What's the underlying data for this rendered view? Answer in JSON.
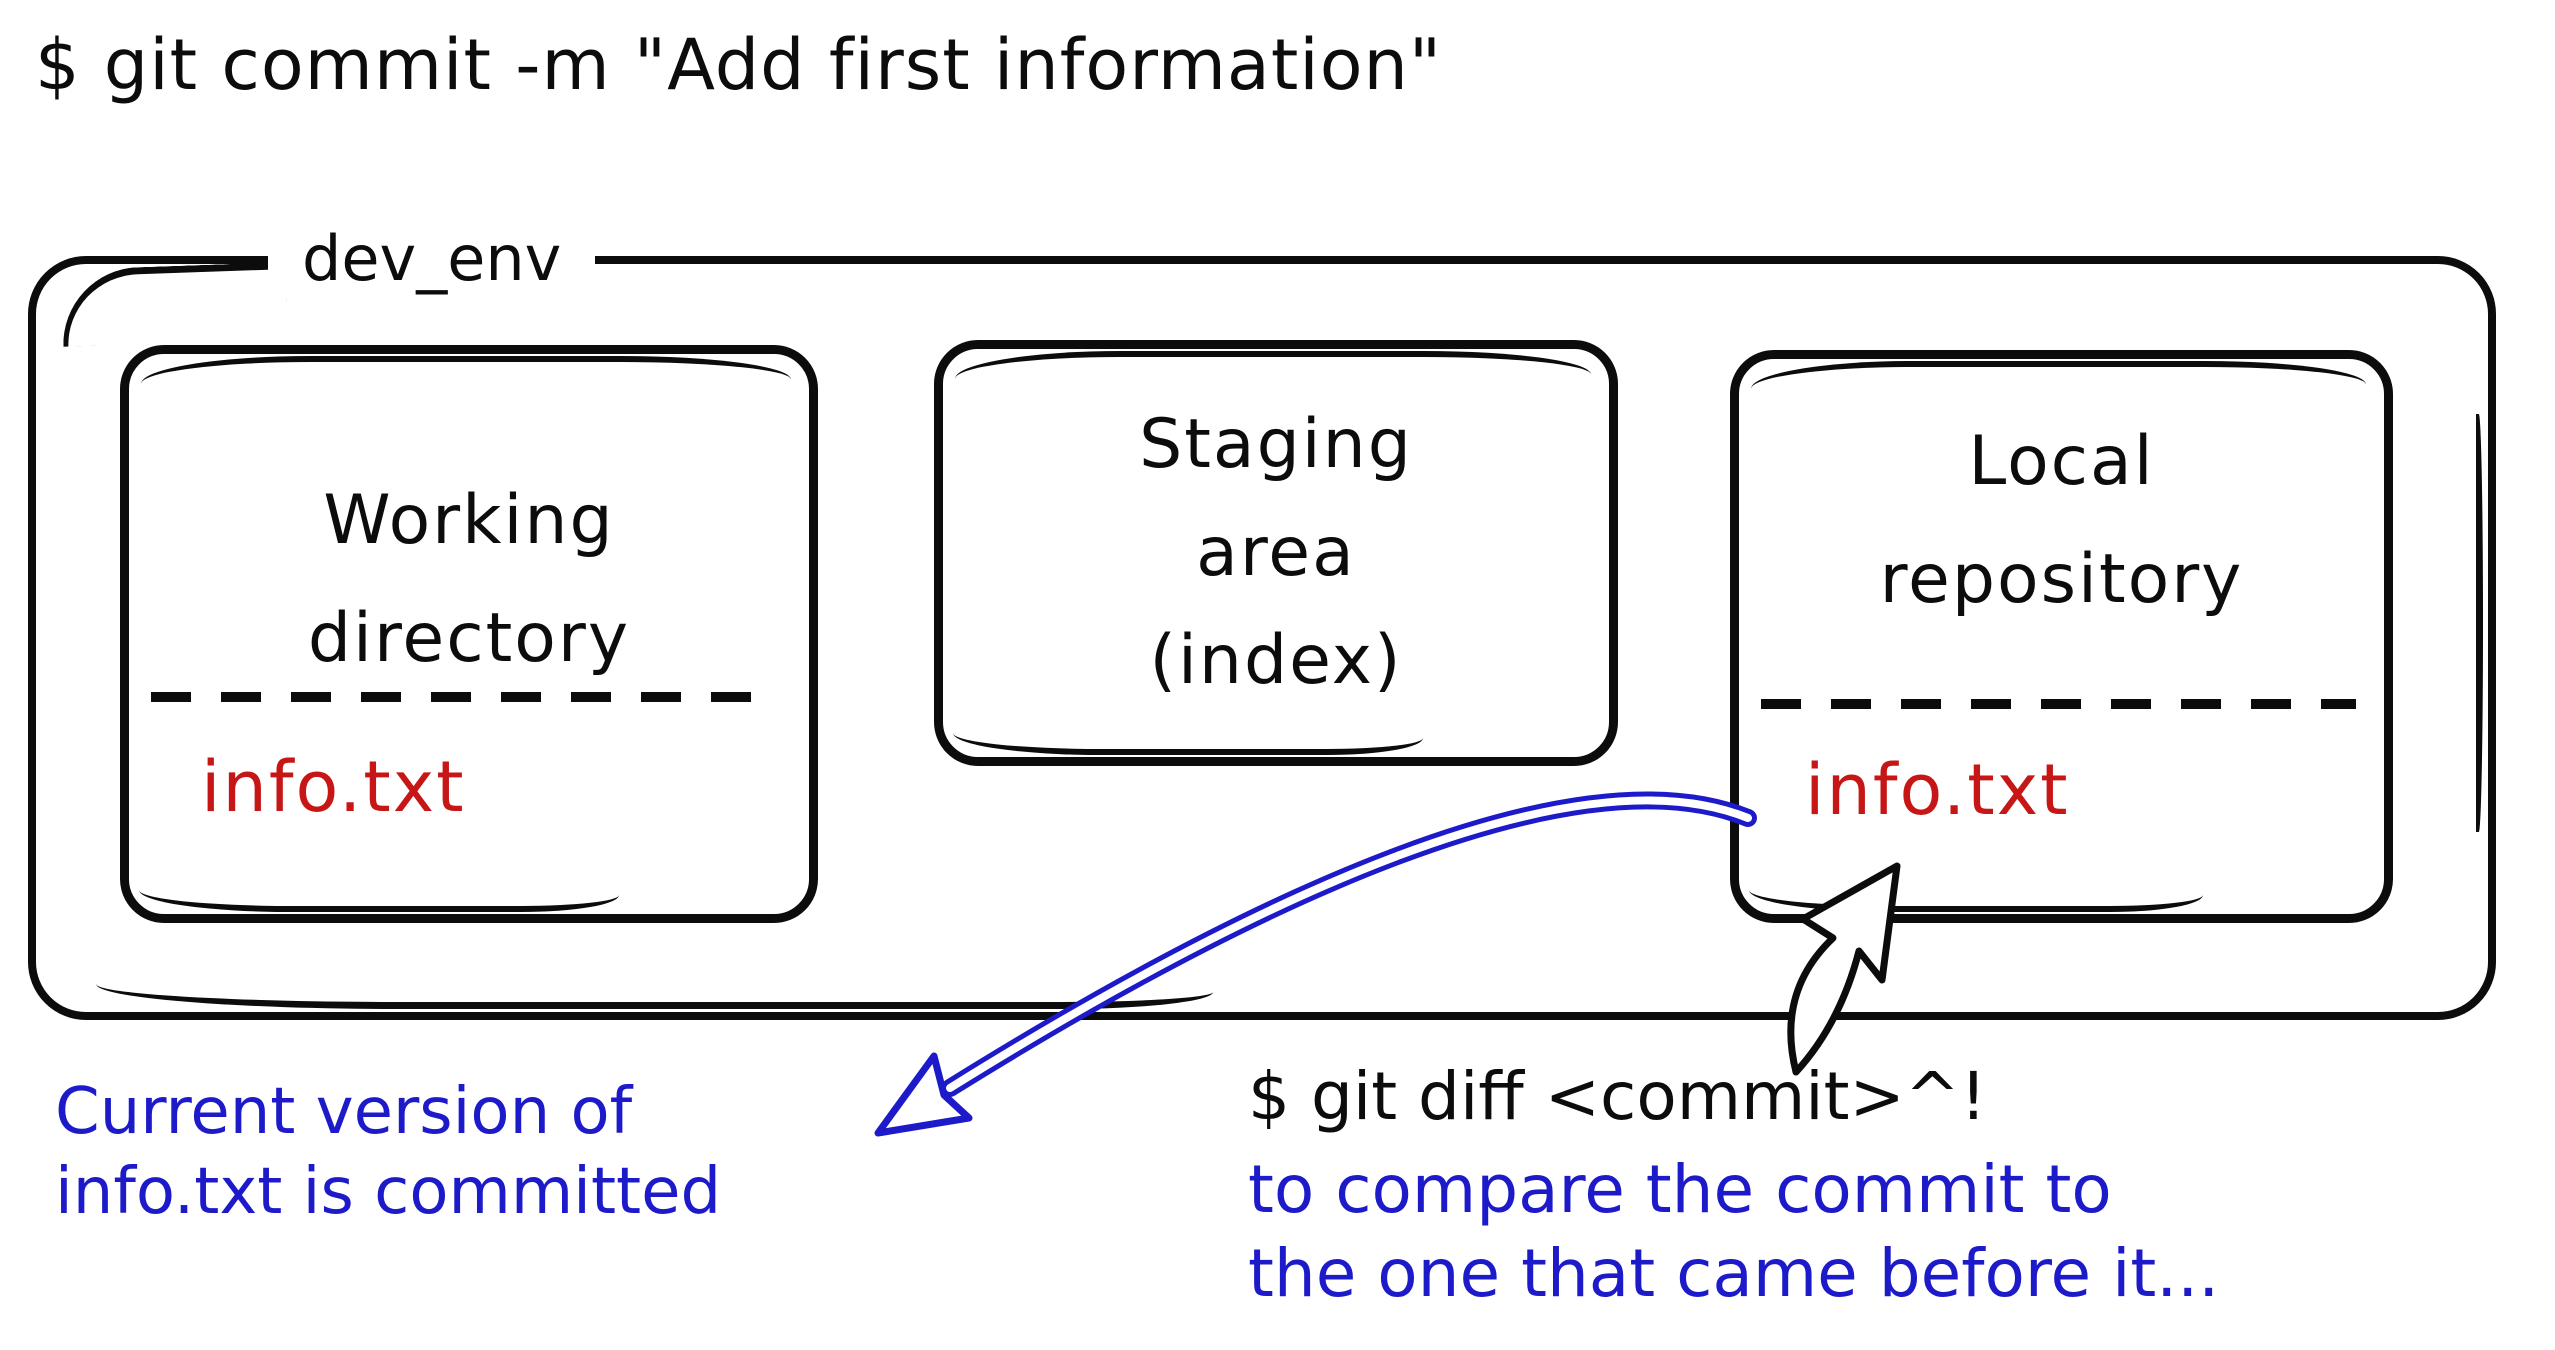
{
  "title": "$ git commit -m \"Add first information\"",
  "environment": {
    "label": "dev_env"
  },
  "boxes": {
    "working": {
      "title_lines": [
        "Working",
        "directory"
      ],
      "file": "info.txt"
    },
    "staging": {
      "title_lines": [
        "Staging",
        "area",
        "(index)"
      ]
    },
    "local": {
      "title_lines": [
        "Local",
        "repository"
      ],
      "file": "info.txt"
    }
  },
  "notes": {
    "committed": {
      "lines": [
        "Current version of",
        "info.txt is committed"
      ]
    },
    "diff_command": "$ git diff <commit>^!",
    "diff_note": {
      "lines": [
        "to compare the commit to",
        "the one that came before it..."
      ]
    }
  },
  "colors": {
    "ink": "#0c0c0c",
    "file_red": "#c61616",
    "note_blue": "#1d1ac9"
  }
}
